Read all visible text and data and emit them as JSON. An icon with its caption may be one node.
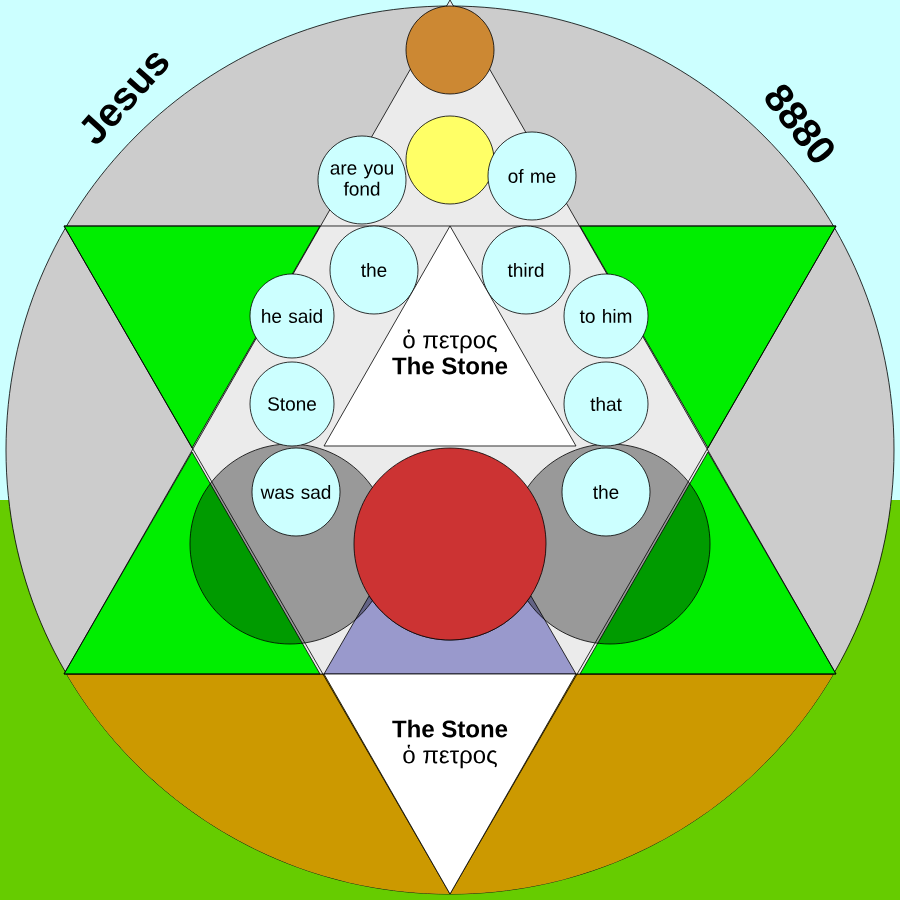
{
  "diagram": {
    "nodes": [
      {
        "text": [
          "are you fond"
        ]
      },
      {
        "text": [
          "of me"
        ]
      },
      {
        "text": [
          "the"
        ]
      },
      {
        "text": [
          "third"
        ]
      },
      {
        "text": [
          "he said"
        ]
      },
      {
        "text": [
          "to him"
        ]
      },
      {
        "text": [
          "Stone"
        ]
      },
      {
        "text": [
          "that"
        ]
      },
      {
        "text": [
          "was sad"
        ]
      },
      {
        "text": [
          "the"
        ]
      },
      {
        "text": [
          "ὁ πετρος",
          "The Stone"
        ]
      },
      {
        "text": [
          "The Stone",
          "ὁ πετρος"
        ]
      },
      {
        "text": [],
        "shape": "trapezoid"
      }
    ],
    "labels": [
      "Jesus",
      "8880"
    ]
  }
}
